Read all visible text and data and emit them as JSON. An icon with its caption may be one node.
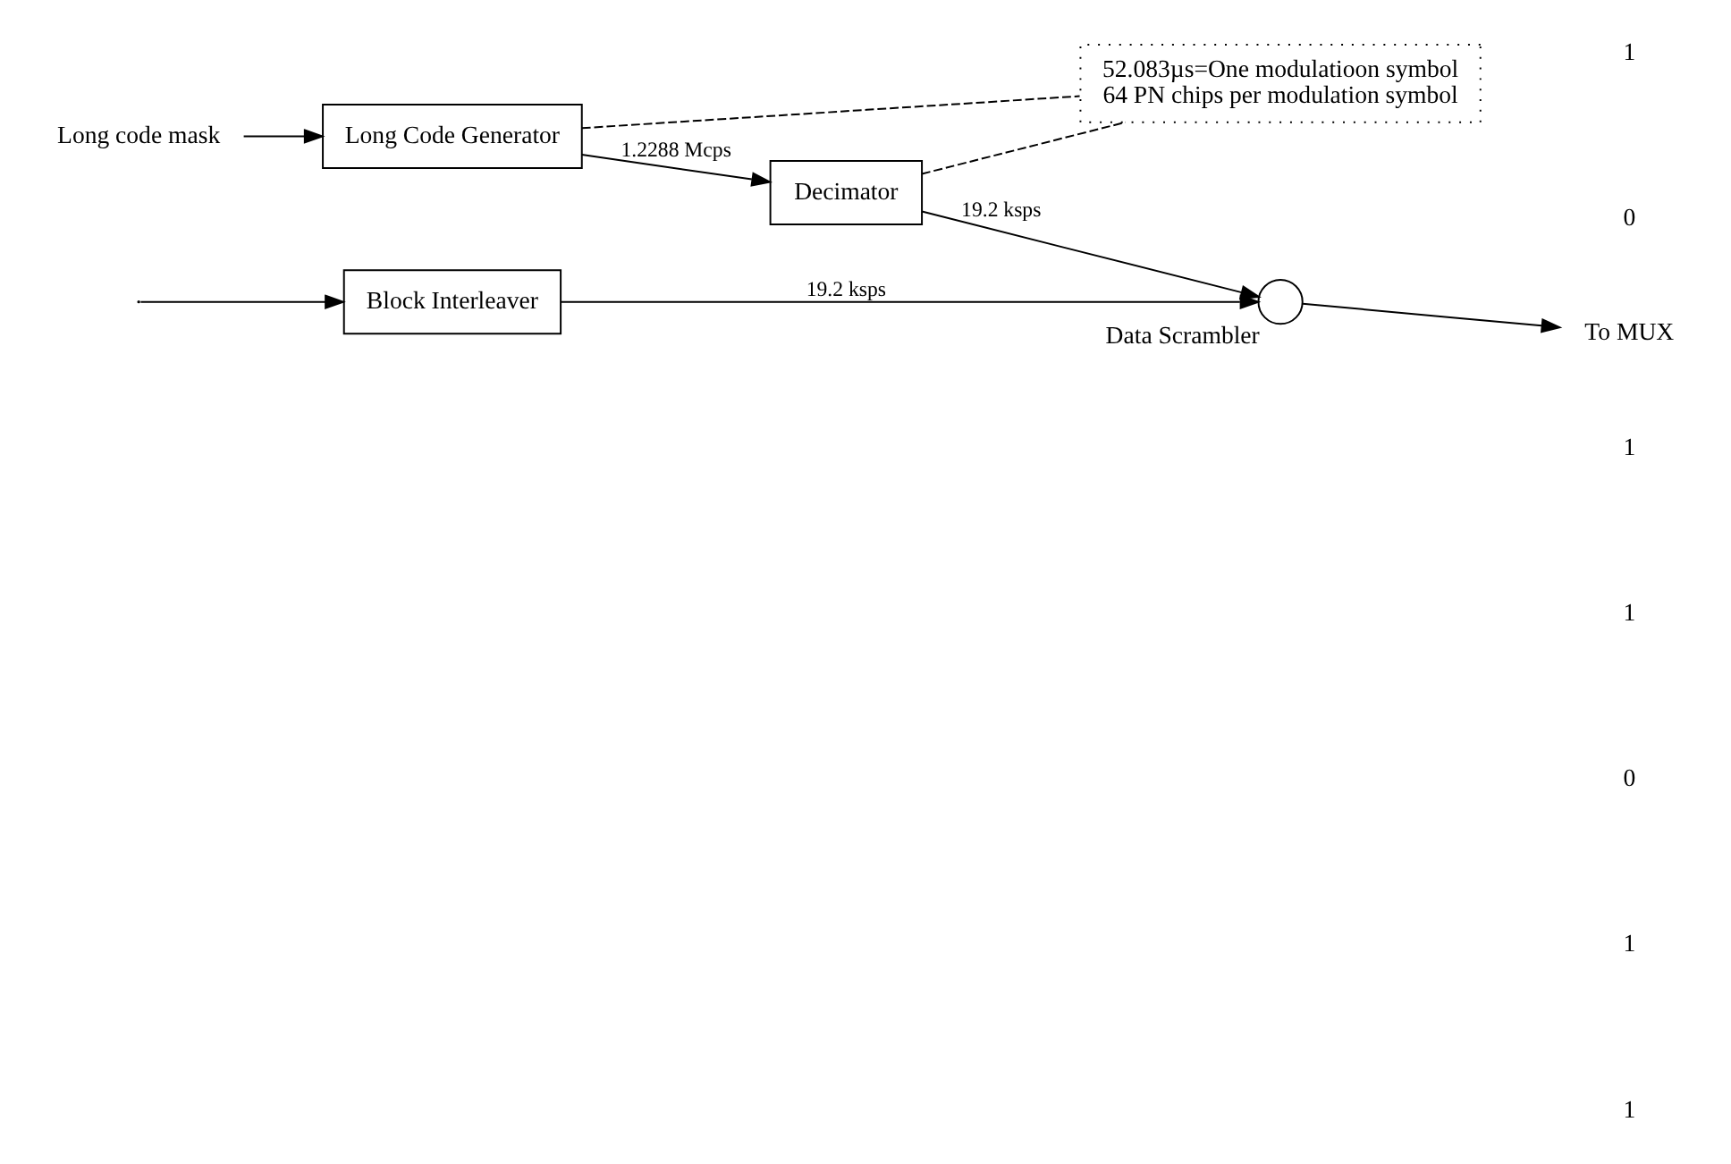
{
  "diagram": {
    "nodes": [
      {
        "text": [
          "Block Interleaver"
        ]
      },
      {
        "text": [
          "Data Scrambler"
        ]
      },
      {
        "text": [
          "To MUX"
        ]
      },
      {
        "text": [
          "Long code mask"
        ]
      },
      {
        "text": [
          "Long Code Generator"
        ]
      },
      {
        "text": [
          "Decimator"
        ]
      },
      {
        "text": [
          "52.083µs=One modulatioon symbol",
          "64 PN chips per modulation symbol"
        ]
      }
    ],
    "edges": [
      {
        "from": null,
        "to": 0,
        "arrow": "to"
      },
      {
        "from": 0,
        "to": 1,
        "arrow": "to",
        "label": "19.2 ksps"
      },
      {
        "from": 1,
        "to": 2,
        "arrow": "to"
      },
      {
        "from": 3,
        "to": 4,
        "arrow": "to"
      },
      {
        "from": 4,
        "to": 5,
        "arrow": "to",
        "label": "1.2288 Mcps"
      },
      {
        "from": 5,
        "to": 1,
        "arrow": "to",
        "label": "19.2 ksps"
      },
      {
        "from": 4,
        "to": 6,
        "arrow": "none",
        "style": "dashed"
      },
      {
        "from": 5,
        "to": 6,
        "arrow": "none",
        "style": "dashed"
      }
    ],
    "labels": [
      "1",
      "0",
      "1",
      "1",
      "0",
      "1",
      "1"
    ]
  }
}
